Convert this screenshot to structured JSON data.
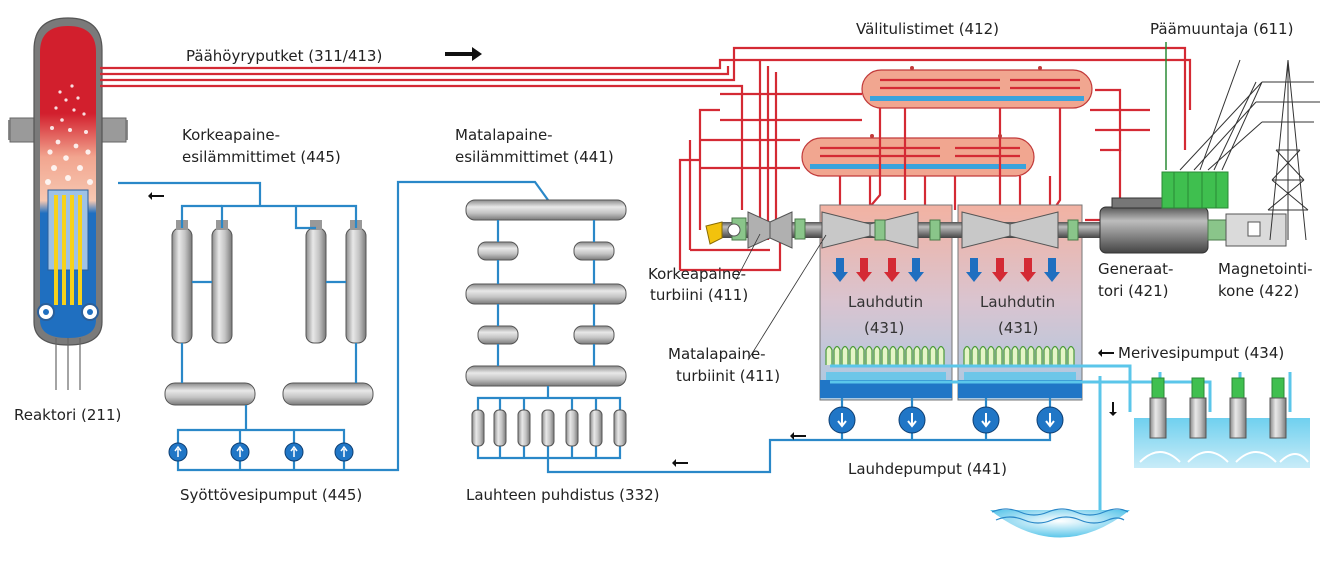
{
  "labels": {
    "main_steam": "Päähöyryputket (311/413)",
    "reheaters": "Välitulistimet (412)",
    "main_transformer": "Päämuuntaja (611)",
    "hp_preheaters_1": "Korkeapaine-",
    "hp_preheaters_2": "esilämmittimet (445)",
    "lp_preheaters_1": "Matalapaine-",
    "lp_preheaters_2": "esilämmittimet (441)",
    "hp_turbine_1": "Korkeapaine-",
    "hp_turbine_2": "turbiini (411)",
    "lp_turbines_1": "Matalapaine-",
    "lp_turbines_2": "turbiinit (411)",
    "condenser_1_name": "Lauhdutin",
    "condenser_1_num": "(431)",
    "condenser_2_name": "Lauhdutin",
    "condenser_2_num": "(431)",
    "generator_1": "Generaat-",
    "generator_2": "tori (421)",
    "exciter_1": "Magnetointi-",
    "exciter_2": "kone (422)",
    "seawater_pumps": "Merivesipumput (434)",
    "reactor": "Reaktori (211)",
    "feedwater_pumps": "Syöttövesipumput (445)",
    "condensate_cleanup": "Lauhteen puhdistus (332)",
    "condensate_pumps": "Lauhdepumput (441)"
  },
  "colors": {
    "steam": "#d42a34",
    "water": "#2a88c8",
    "seawater": "#5bc6ea",
    "transformer": "#3fbf4f"
  }
}
